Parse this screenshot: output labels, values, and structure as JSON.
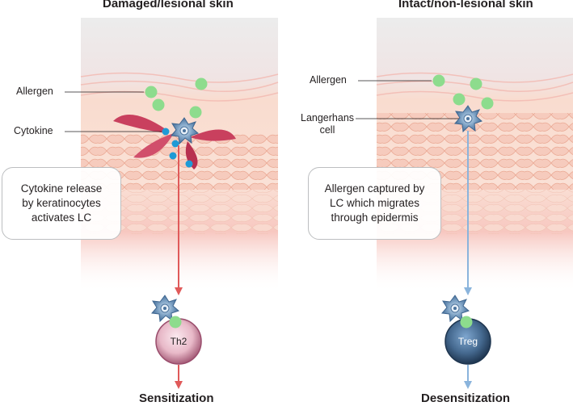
{
  "panels": {
    "left": {
      "title": "Damaged/lesional  skin",
      "allergen_label": "Allergen",
      "cytokine_label": "Cytokine",
      "box_lines": [
        "Cytokine release",
        "by keratinocytes",
        "activates LC"
      ],
      "tcell_label": "Th2",
      "outcome": "Sensitization",
      "arrow_color": "#e05a5a"
    },
    "right": {
      "title": "Intact/non-lesional skin",
      "allergen_label": "Allergen",
      "lc_label_lines": [
        "Langerhans",
        "cell"
      ],
      "box_lines": [
        "Allergen captured by",
        "LC which migrates",
        "through epidermis"
      ],
      "tcell_label": "Treg",
      "outcome": "Desensitization",
      "arrow_color": "#8ab4dc"
    }
  },
  "colors": {
    "allergen": "#8ddc8d",
    "cytokine": "#1e9ad6",
    "lc_cell": "#5a86b4",
    "th2_cell": "#c07a95",
    "treg_cell": "#2b4a6d",
    "skin": "#f6d5c8"
  }
}
